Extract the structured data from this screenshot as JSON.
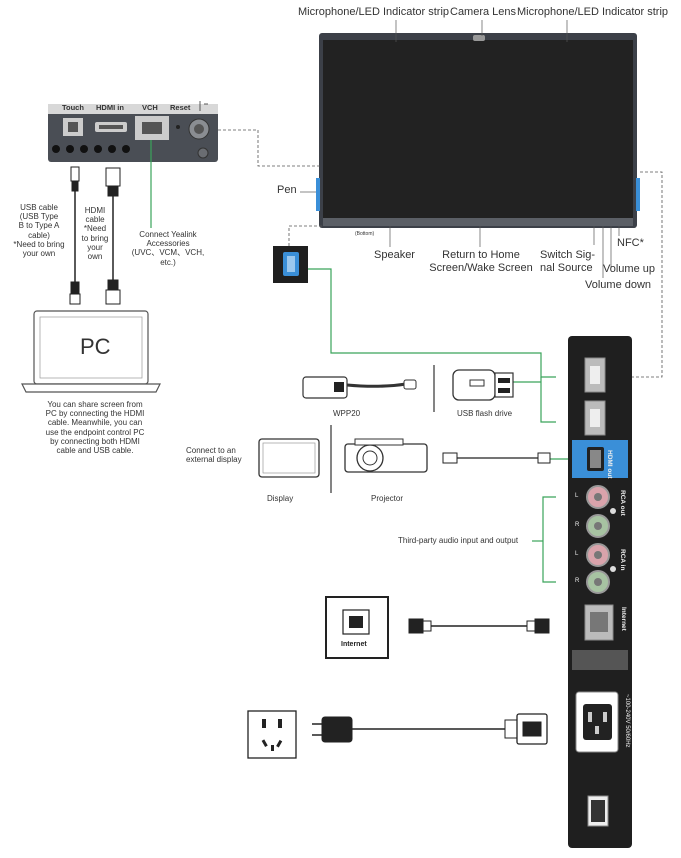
{
  "display_top": {
    "mic_left": "Microphone/LED Indicator strip",
    "camera": "Camera Lens",
    "mic_right": "Microphone/LED Indicator strip"
  },
  "display_side": {
    "pen": "Pen",
    "bottom_tag": "(Bottom)",
    "speaker": "Speaker",
    "home_line1": "Return to Home",
    "home_line2": "Screen/Wake Screen",
    "switch_line1": "Switch  Sig-",
    "switch_line2": "nal Source",
    "nfc": "NFC*",
    "vol_up": "Volume up",
    "vol_down": "Volume down"
  },
  "control_box": {
    "touch": "Touch",
    "hdmi_in": "HDMI in",
    "vch": "VCH",
    "reset": "Reset"
  },
  "cables": {
    "usb_line1": "USB cable",
    "usb_line2": "(USB Type",
    "usb_line3": "B to Type A",
    "usb_line4": "cable)",
    "usb_line5": "*Need to bring",
    "usb_line6": "your own",
    "hdmi_line1": "HDMI",
    "hdmi_line2": "cable",
    "hdmi_line3": "*Need",
    "hdmi_line4": "to bring",
    "hdmi_line5": "your",
    "hdmi_line6": "own",
    "acc_line1": "Connect Yealink",
    "acc_line2": "Accessories",
    "acc_line3": "(UVC、VCM、VCH,",
    "acc_line4": "etc.)"
  },
  "pc": {
    "label": "PC",
    "note_line1": "You can share screen from",
    "note_line2": "PC by connecting the HDMI",
    "note_line3": "cable. Meanwhile, you can",
    "note_line4": "use the endpoint control PC",
    "note_line5": "by connecting both HDMI",
    "note_line6": "cable and USB cable."
  },
  "devices": {
    "wpp20": "WPP20",
    "usb_drive": "USB flash drive",
    "ext_line1": "Connect to an",
    "ext_line2": "external display",
    "display": "Display",
    "projector": "Projector",
    "audio": "Third-party audio input and output",
    "internet": "Internet"
  },
  "side_panel": {
    "hdmi_out": "HDMI out",
    "rca_out": "RCA out",
    "rca_in": "RCA in",
    "l": "L",
    "r": "R",
    "internet": "Internet",
    "power": "~100-240V 50/60Hz"
  },
  "colors": {
    "connector_line": "#3aa35a",
    "device_body": "#1f1f1f",
    "accent_blue": "#3a8fd8"
  }
}
